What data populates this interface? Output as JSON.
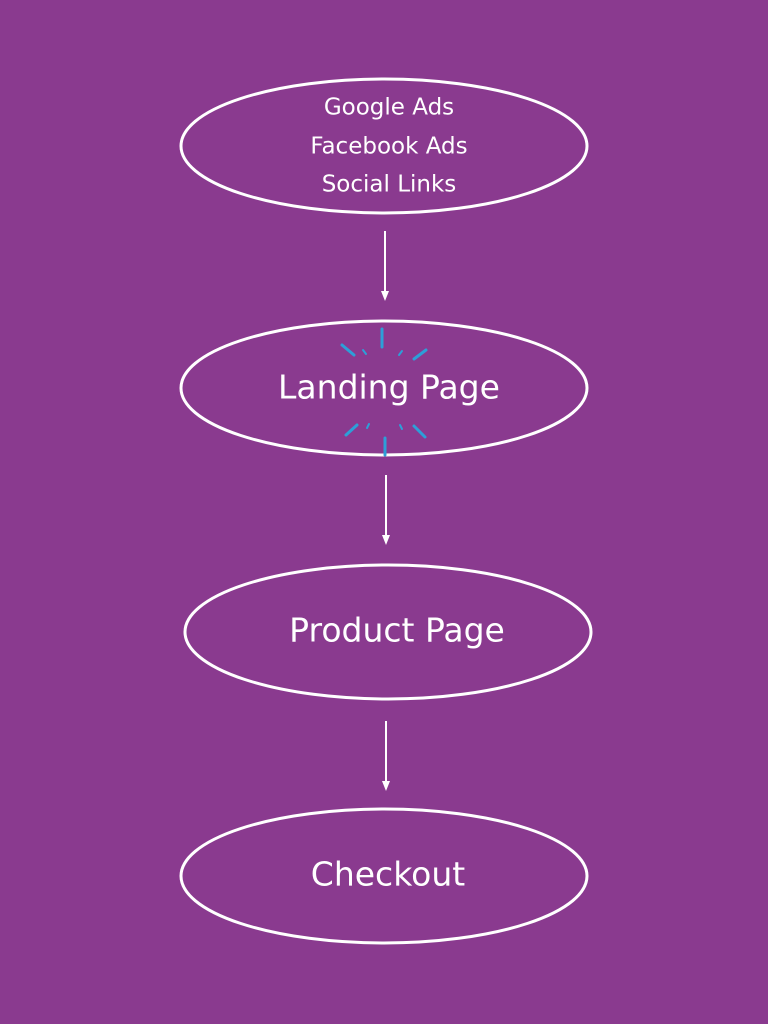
{
  "colors": {
    "background": "#8a3a8f",
    "stroke": "#ffffff",
    "accent": "#2d9fd8"
  },
  "nodes": [
    {
      "lines": [
        "Google Ads",
        "Facebook Ads",
        "Social Links"
      ]
    },
    {
      "label": "Landing Page",
      "highlight": "sparkle-accent"
    },
    {
      "label": "Product Page"
    },
    {
      "label": "Checkout"
    }
  ],
  "connectors": [
    {
      "from": 0,
      "to": 1,
      "style": "arrow-down"
    },
    {
      "from": 1,
      "to": 2,
      "style": "arrow-down"
    },
    {
      "from": 2,
      "to": 3,
      "style": "arrow-down"
    }
  ]
}
